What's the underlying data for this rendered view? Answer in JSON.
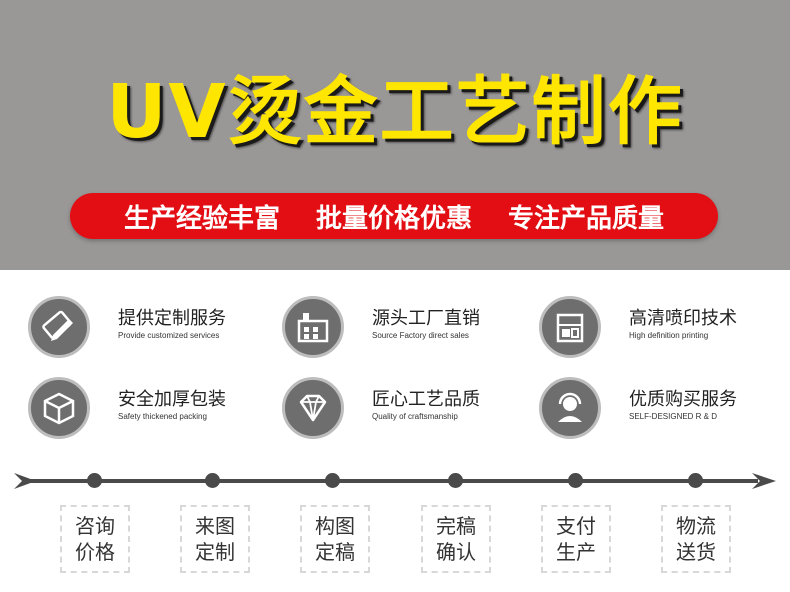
{
  "hero": {
    "title": "UV烫金工艺制作",
    "colors": {
      "background": "#9a9797",
      "title": "#ffe600",
      "banner": "#e20e13"
    },
    "banner": [
      "生产经验丰富",
      "批量价格优惠",
      "专注产品质量"
    ]
  },
  "features": [
    {
      "icon": "pencil-ruler-icon",
      "title": "提供定制服务",
      "sub": "Provide customized services"
    },
    {
      "icon": "factory-icon",
      "title": "源头工厂直销",
      "sub": "Source Factory direct sales"
    },
    {
      "icon": "printer-icon",
      "title": "高清喷印技术",
      "sub": "High definition printing"
    },
    {
      "icon": "box-icon",
      "title": "安全加厚包装",
      "sub": "Safety thickened packing"
    },
    {
      "icon": "diamond-icon",
      "title": "匠心工艺品质",
      "sub": "Quality of craftsmanship"
    },
    {
      "icon": "customer-service-icon",
      "title": "优质购买服务",
      "sub": "SELF-DESIGNED R & D"
    }
  ],
  "steps": [
    [
      "咨询",
      "价格"
    ],
    [
      "来图",
      "定制"
    ],
    [
      "构图",
      "定稿"
    ],
    [
      "完稿",
      "确认"
    ],
    [
      "支付",
      "生产"
    ],
    [
      "物流",
      "送货"
    ]
  ]
}
